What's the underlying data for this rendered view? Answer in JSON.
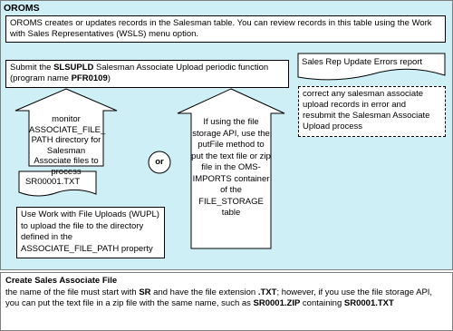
{
  "panel": {
    "title": "OROMS",
    "intro": "OROMS creates or updates records in the Salesman table. You can review records in this table using the Work with Sales Representatives (WSLS) menu option."
  },
  "submit": {
    "pre": "Submit the ",
    "code": "SLSUPLD",
    "mid": " Salesman Associate Upload periodic function (program name ",
    "program": "PFR0109",
    "post": ")"
  },
  "report": {
    "title": "Sales Rep Update Errors report",
    "action": "correct any salesman associate upload records in error and resubmit the Salesman Associate Upload process"
  },
  "monitor": "monitor ASSOCIATE_FILE_ PATH directory for Salesman Associate files to process",
  "or_label": "or",
  "file_name": "SR00001.TXT",
  "wupl": "Use Work with File Uploads (WUPL) to upload the file to the directory defined in the ASSOCIATE_FILE_PATH property",
  "storage": "If using the file storage API, use the putFile method to put the text file or zip file in the OMS-IMPORTS container of the FILE_STORAGE table",
  "create": {
    "title": "Create Sales Associate File",
    "t1": "the name of the file must start with ",
    "b1": "SR",
    "t2": " and have the file extension ",
    "b2": ".TXT",
    "t3": "; however, if you use the file storage API, you can put the text file in a zip file with the same name, such as ",
    "b3": "SR0001.ZIP",
    "t4": " containing ",
    "b4": "SR0001.TXT"
  }
}
